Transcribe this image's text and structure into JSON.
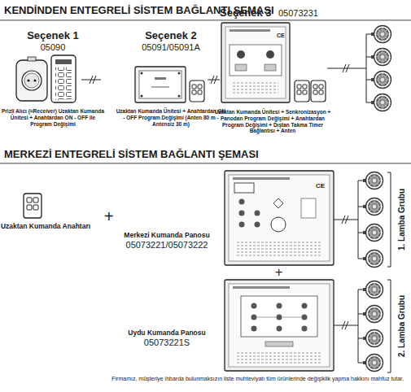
{
  "diagram": {
    "title": "KENDİNDEN ENTEGRELİ SİSTEM BAĞLANTI ŞEMASI",
    "caption": "Firmamız, müşteriye ihbarda bulunmaksızın liste muhteviyatı tüm ürünlerinde değişiklik yapma hakkını mahfuz tutar.",
    "nodes": [
      {
        "text": [
          "Seçenek 1",
          "05090",
          "Prizli Alıcı (=Receiver) Uzaktan Kumanda Ünitesi + Anahtardan ON - OFF ile Program Değişimi"
        ]
      },
      {
        "text": [
          "Seçenek 2",
          "05091/05091A",
          "Uzaktan Kumanda Ünitesi + Anahtardan ON - OFF Program Değişimi (Anten 80 m - Antensiz 30 m)"
        ]
      },
      {
        "text": [
          "Seçenek 3",
          "05073231",
          "Uzaktan Kumanda Ünitesi + Senkronizasyon + Panodan Program Değişimi + Anahtardan Program Değişimi + Dıştan Takma Timer Bağlantısı + Anten"
        ]
      }
    ],
    "labels": [
      "MERKEZİ ENTEGRELİ SİSTEM BAĞLANTI ŞEMASI",
      "Uzaktan Kumanda Anahtarı",
      "+",
      "Merkezi Kumanda Panosu",
      "05073221/05073222",
      "+",
      "Uydu Kumanda Panosu",
      "05073221S",
      "1. Lamba Grubu",
      "2. Lamba Grubu",
      "CE",
      "CE"
    ]
  }
}
